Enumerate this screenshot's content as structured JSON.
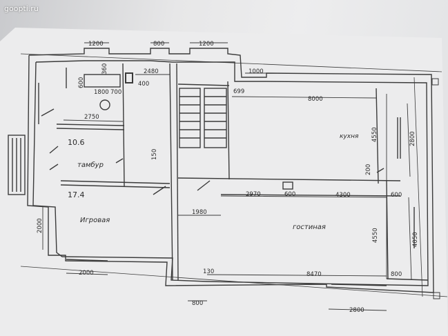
{
  "watermark": "goopti.ru",
  "dimensions": {
    "top_1200_left": "1200",
    "top_800": "800",
    "top_1200_right": "1200",
    "d_1000": "1000",
    "d_360": "360",
    "d_600": "600",
    "d_1800": "1800",
    "d_700": "700",
    "d_400": "400",
    "d_2480": "2480",
    "d_699": "699",
    "d_8000": "8000",
    "d_2750": "2750",
    "d_4550_kitchen": "4550",
    "d_2800_right": "2800",
    "d_150": "150",
    "d_200": "200",
    "d_2970": "2970",
    "d_600_mid": "600",
    "d_4300": "4300",
    "d_600_right": "600",
    "d_1980": "1980",
    "d_2000_left": "2000",
    "d_4550_living": "4550",
    "d_4050": "4050",
    "d_130": "130",
    "d_8470": "8470",
    "d_800_right": "800",
    "d_2000_bottom": "2000",
    "d_800_bottom": "800",
    "d_2800_bottom": "2800"
  },
  "rooms": {
    "vestibule_area": "10.6",
    "vestibule": "тамбур",
    "playroom_area": "17.4",
    "playroom": "Игровая",
    "kitchen": "кухня",
    "living": "гостиная"
  },
  "colors": {
    "paper": "#ececed",
    "line": "#3a3a3a",
    "watermark": "#ffffff"
  }
}
